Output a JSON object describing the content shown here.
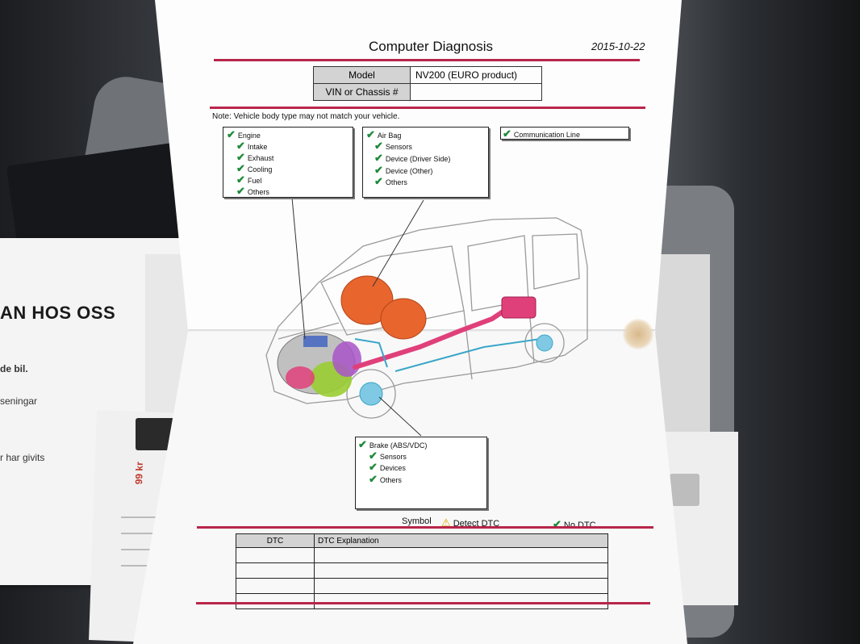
{
  "document": {
    "title": "Computer Diagnosis",
    "date": "2015-10-22",
    "info_rows": [
      {
        "label": "Model",
        "value": "NV200 (EURO product)"
      },
      {
        "label": "VIN or Chassis #",
        "value": ""
      }
    ],
    "note": "Note: Vehicle body type may not match your vehicle.",
    "engine_box": {
      "title": "Engine",
      "items": [
        "Intake",
        "Exhaust",
        "Cooling",
        "Fuel",
        "Others"
      ]
    },
    "airbag_box": {
      "title": "Air Bag",
      "items": [
        "Sensors",
        "Device (Driver Side)",
        "Device (Other)",
        "Others"
      ]
    },
    "communication_box": {
      "title": "Communication Line"
    },
    "brake_box": {
      "title": "Brake (ABS/VDC)",
      "items": [
        "Sensors",
        "Devices",
        "Others"
      ]
    },
    "symbol_legend": {
      "label": "Symbol",
      "detect": "Detect DTC",
      "nodtc": "No DTC"
    },
    "dtc_table": {
      "col1": "DTC",
      "col2": "DTC Explanation"
    }
  },
  "background": {
    "brochure_heading": "AN HOS OSS",
    "brochure_lines": [
      "de bil.",
      "seningar",
      "r har givits"
    ],
    "flyer_price": "99 kr"
  },
  "colors": {
    "accent_red": "#b8264a",
    "check_green": "#1f8a3a",
    "engine_orange": "#e8652e",
    "exhaust_pink": "#e0407a",
    "brake_blue": "#3aa6c8"
  }
}
